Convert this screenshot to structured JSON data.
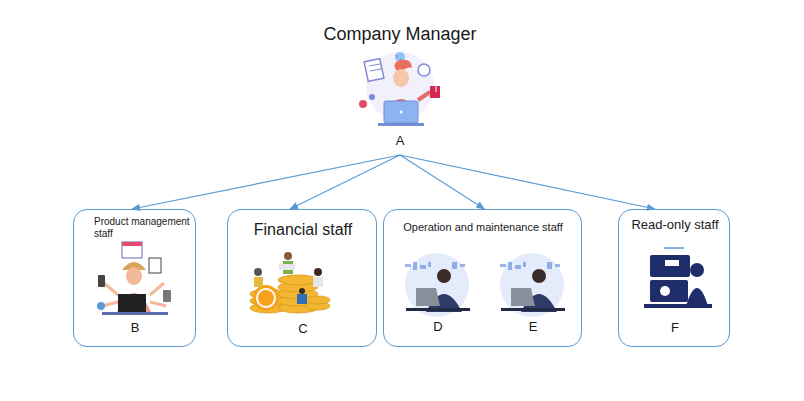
{
  "diagram": {
    "nodes": [
      {
        "text": [
          "Company Manager",
          "A"
        ]
      },
      {
        "text": [
          "Product management staff",
          "B"
        ]
      },
      {
        "text": [
          "Financial staff",
          "C"
        ]
      },
      {
        "text": [
          "Operation and maintenance staff",
          "D",
          "E"
        ]
      },
      {
        "text": [
          "Read-only staff",
          "F"
        ]
      }
    ],
    "edges": [
      {
        "from": 0,
        "to": 1,
        "arrow": "to"
      },
      {
        "from": 0,
        "to": 2,
        "arrow": "to"
      },
      {
        "from": 0,
        "to": 3,
        "arrow": "to"
      },
      {
        "from": 0,
        "to": 4,
        "arrow": "to"
      }
    ]
  }
}
